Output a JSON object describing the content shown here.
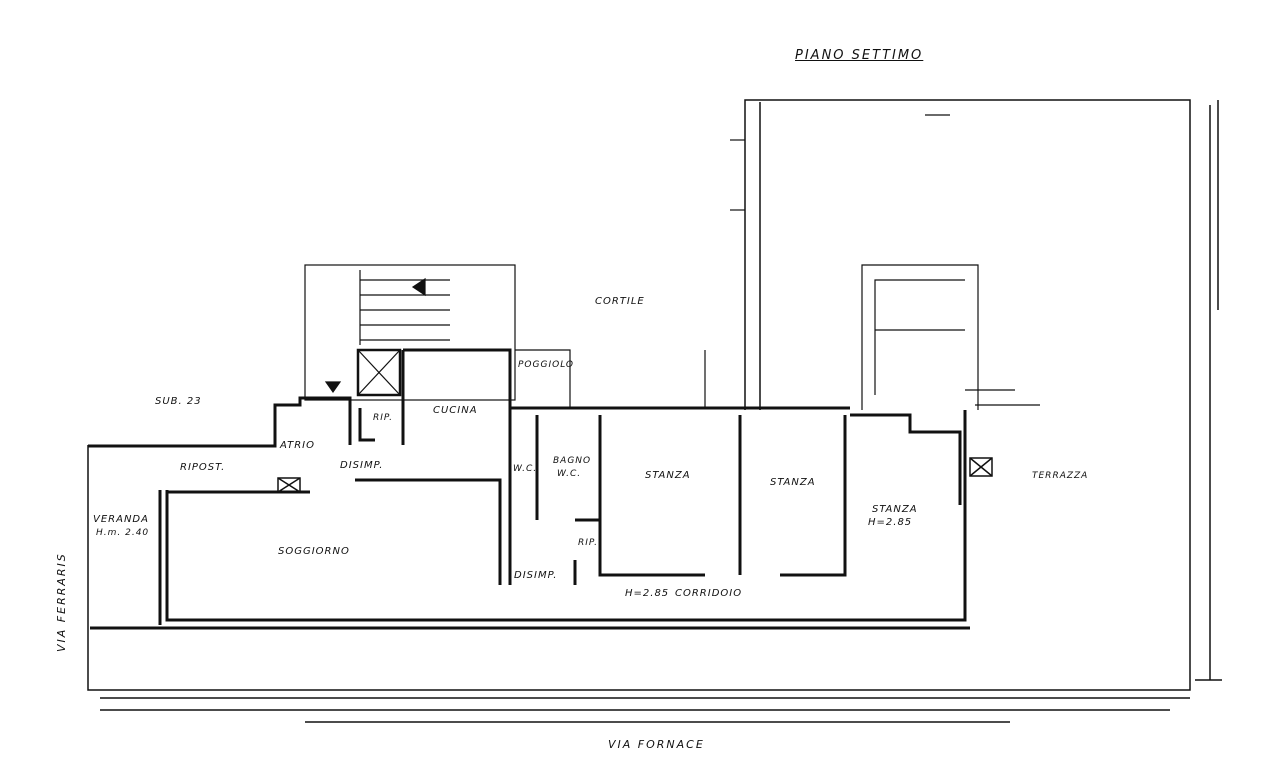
{
  "title": "PIANO SETTIMO",
  "streets": {
    "bottom": "VIA FORNACE",
    "left": "VIA FERRARIS"
  },
  "labels": {
    "cortile": "CORTILE",
    "poggiolo": "POGGIOLO",
    "sub": "SUB. 23",
    "rip1": "RIP.",
    "cucina": "CUCINA",
    "atrio": "ATRIO",
    "disimp1": "DISIMP.",
    "ripost": "RIPOST.",
    "veranda": "VERANDA",
    "veranda_h": "H.m. 2.40",
    "soggiorno": "SOGGIORNO",
    "wc": "W.C.",
    "bagno": "BAGNO",
    "bagno_wc": "W.C.",
    "rip2": "RIP.",
    "disimp2": "DISIMP.",
    "stanza1": "STANZA",
    "stanza2": "STANZA",
    "stanza3": "STANZA",
    "stanza3_h": "H=2.85",
    "corridoio_h": "H=2.85",
    "corridoio": "CORRIDOIO",
    "terrazza": "TERRAZZA"
  },
  "colors": {
    "ink": "#111111",
    "paper": "#ffffff"
  }
}
